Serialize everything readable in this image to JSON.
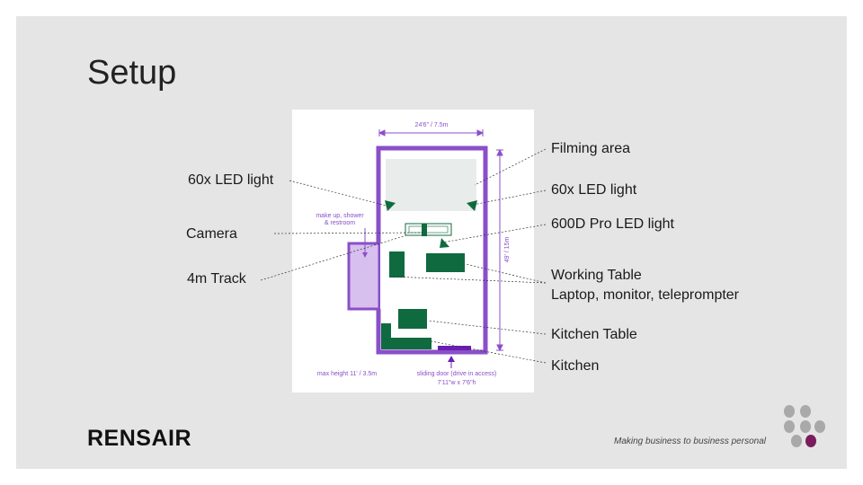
{
  "slide": {
    "title": "Setup"
  },
  "plan": {
    "dim_width": "24'6\" / 7.5m",
    "dim_length": "49' / 15m",
    "makeup_line1": "make up, shower",
    "makeup_line2": "& restroom",
    "max_height": "max height 11' / 3.5m",
    "door_line1": "sliding door (drive in access)",
    "door_line2": "7'11\"w x 7'6\"h",
    "colors": {
      "wall": "#8a4fc9",
      "wall_fill": "#d7bfee",
      "furniture": "#0f6b3f",
      "filming_area": "#e8ecea"
    }
  },
  "labels": {
    "led_left": "60x LED light",
    "camera": "Camera",
    "track": "4m Track",
    "filming_area": "Filming area",
    "led_right": "60x LED light",
    "pro_led": "600D Pro LED light",
    "working_table_line1": "Working Table",
    "working_table_line2": "Laptop, monitor, teleprompter",
    "kitchen_table": "Kitchen Table",
    "kitchen": "Kitchen"
  },
  "footer": {
    "logo": "RENSAIR",
    "tagline": "Making business to business personal",
    "dot_colors": {
      "grey": "#a9a9a9",
      "accent": "#7a1d5c"
    }
  }
}
